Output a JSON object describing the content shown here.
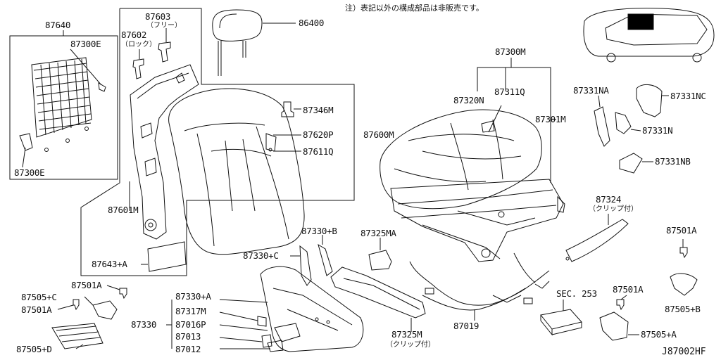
{
  "note": "注）表記以外の構成部品は非販売です。",
  "diagram_code": "J87002HF",
  "labels": {
    "p87640": "87640",
    "p87300E_top": "87300E",
    "p87300E_bottom": "87300E",
    "p87603": "87603",
    "p87603_note": "（フリー）",
    "p87602": "87602",
    "p87602_note": "（ロック）",
    "p86400": "86400",
    "p87346M": "87346M",
    "p87620P": "87620P",
    "p87611Q": "87611Q",
    "p87600M": "87600M",
    "p87601M": "87601M",
    "p87643A": "87643+A",
    "p87300M": "87300M",
    "p87320N": "87320N",
    "p87311Q": "87311Q",
    "p87301M": "87301M",
    "p87331NA": "87331NA",
    "p87331NC": "87331NC",
    "p87331N": "87331N",
    "p87331NB": "87331NB",
    "p87324": "87324",
    "p87324_note": "（クリップ付）",
    "p87330B": "87330+B",
    "p87330C": "87330+C",
    "p87325MA": "87325MA",
    "p87501A_right": "87501A",
    "p87501A_left1": "87501A",
    "p87505C": "87505+C",
    "p87501A_left2": "87501A",
    "p87505D": "87505+D",
    "p87330A": "87330+A",
    "p87317M": "87317M",
    "p87330": "87330",
    "p87016P": "87016P",
    "p87013": "87013",
    "p87012": "87012",
    "p87325M": "87325M",
    "p87325M_note": "（クリップ付）",
    "p87019": "87019",
    "sec253": "SEC. 253",
    "p87501A_mid": "87501A",
    "p87505B": "87505+B",
    "p87505A": "87505+A"
  }
}
